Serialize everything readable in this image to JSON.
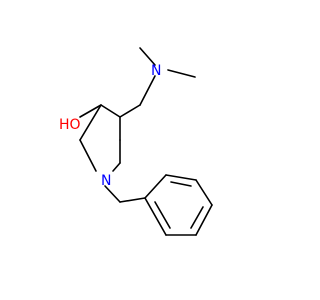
{
  "structure": {
    "atoms": {
      "hydroxyl": {
        "label": "HO",
        "color": "#ff0000"
      },
      "ring_nitrogen": {
        "label": "N",
        "color": "#0000ff"
      },
      "amine_nitrogen": {
        "label": "N",
        "color": "#0000ff"
      }
    },
    "bond_color": "#000000"
  }
}
